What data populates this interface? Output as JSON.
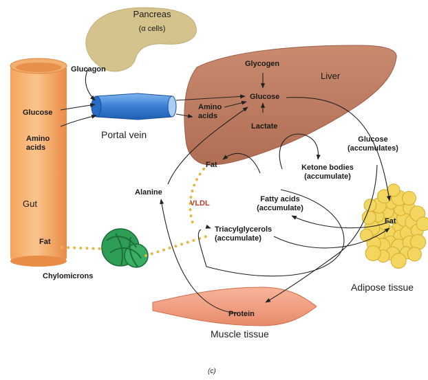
{
  "organs": {
    "pancreas": "Pancreas",
    "alpha_cells": "(α cells)",
    "liver": "Liver",
    "gut": "Gut",
    "portal_vein": "Portal vein",
    "adipose": "Adipose tissue",
    "muscle": "Muscle tissue"
  },
  "molecules": {
    "glucagon": "Glucagon",
    "glucose_gut": "Glucose",
    "amino_gut": "Amino\nacids",
    "fat_gut": "Fat",
    "chylomicrons": "Chylomicrons",
    "glycogen": "Glycogen",
    "glucose_liver": "Glucose",
    "amino_liver": "Amino\nacids",
    "lactate": "Lactate",
    "fat_liver": "Fat",
    "ketone": "Ketone bodies\n(accumulate)",
    "fatty_acids": "Fatty acids\n(accumulate)",
    "alanine": "Alanine",
    "vldl": "VLDL",
    "tag": "Triacylglycerols\n(accumulate)",
    "glucose_accum": "Glucose\n(accumulates)",
    "fat_adipose": "Fat",
    "protein": "Protein"
  },
  "caption": "(c)"
}
